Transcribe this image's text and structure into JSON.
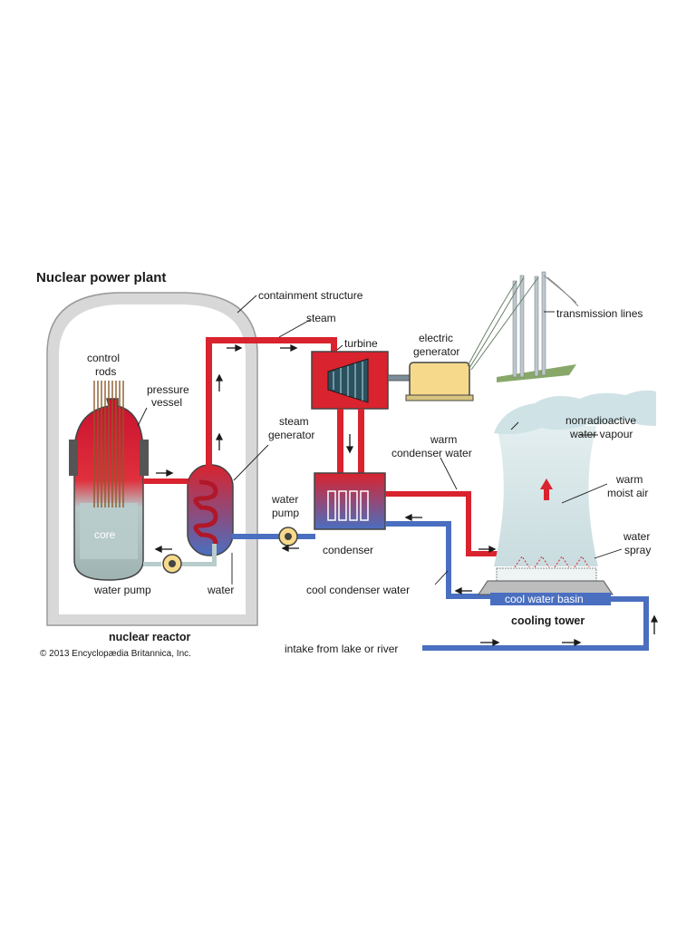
{
  "title": "Nuclear power plant",
  "copyright": "© 2013 Encyclopædia Britannica, Inc.",
  "labels": {
    "containment_structure": "containment structure",
    "steam": "steam",
    "turbine": "turbine",
    "electric_generator_1": "electric",
    "electric_generator_2": "generator",
    "transmission_lines": "transmission lines",
    "control_rods_1": "control",
    "control_rods_2": "rods",
    "pressure_vessel_1": "pressure",
    "pressure_vessel_2": "vessel",
    "steam_generator_1": "steam",
    "steam_generator_2": "generator",
    "core": "core",
    "water_pump_left": "water pump",
    "water": "water",
    "water_pump_mid_1": "water",
    "water_pump_mid_2": "pump",
    "condenser": "condenser",
    "warm_condenser_water_1": "warm",
    "warm_condenser_water_2": "condenser water",
    "nonradioactive_1": "nonradioactive",
    "nonradioactive_2": "water vapour",
    "warm_moist_air_1": "warm",
    "warm_moist_air_2": "moist air",
    "water_spray_1": "water",
    "water_spray_2": "spray",
    "cool_condenser_water": "cool condenser water",
    "cool_water_basin": "cool water basin",
    "cooling_tower": "cooling tower",
    "nuclear_reactor": "nuclear reactor",
    "intake": "intake from lake or river"
  },
  "colors": {
    "hot": "#d9232e",
    "cold": "#4a6fc0",
    "containment": "#d8d8d8",
    "generator": "#f6d98a",
    "vapour": "#cfe3e6"
  }
}
